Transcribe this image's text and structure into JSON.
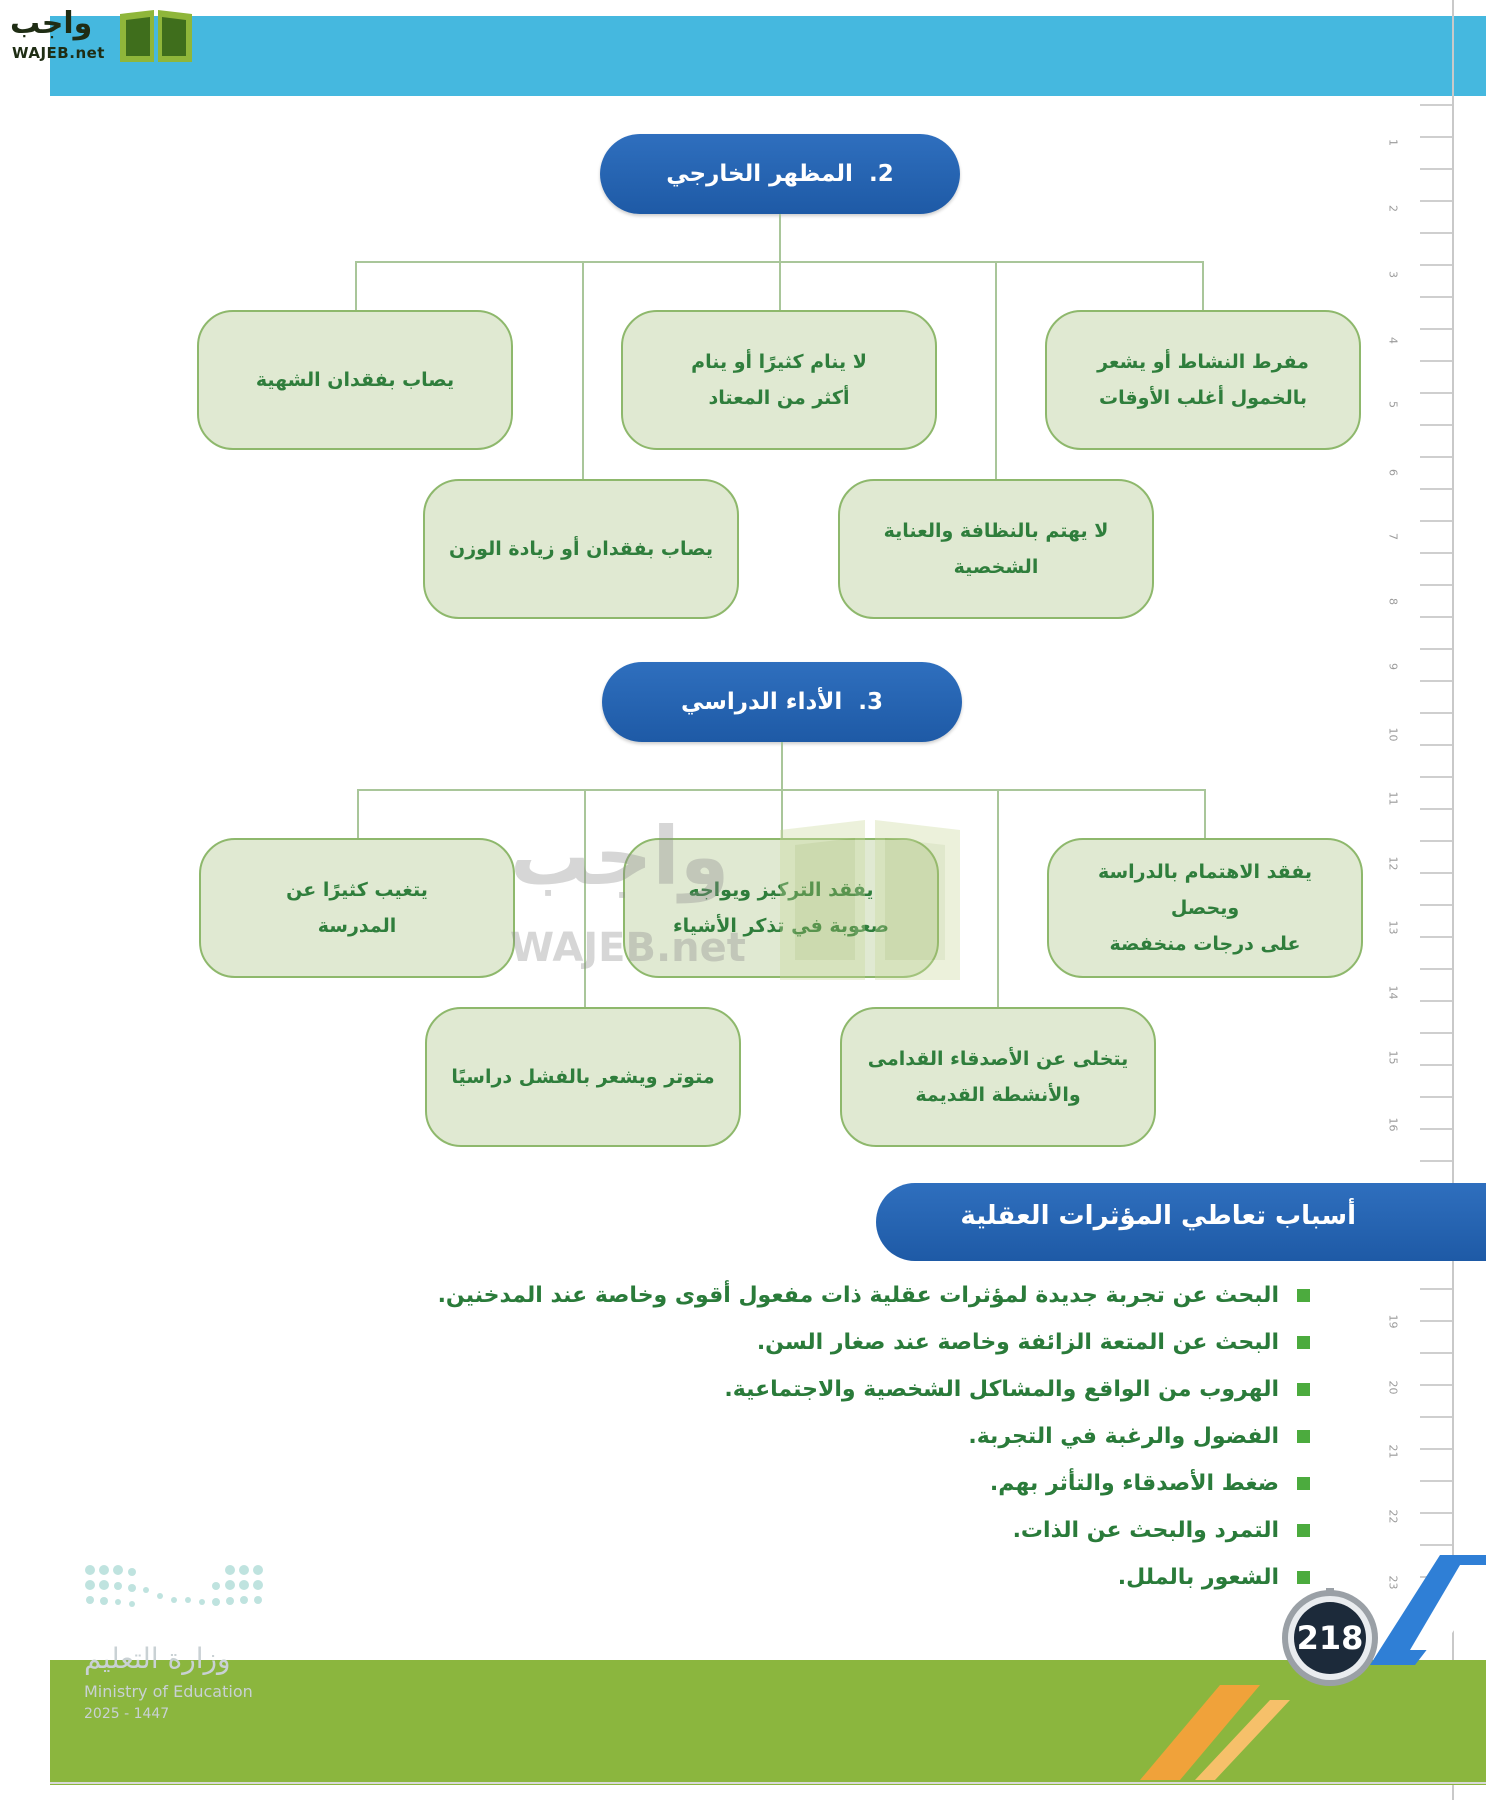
{
  "logo": {
    "arabic": "واجب",
    "latin": "WAJEB.net"
  },
  "ruler": {
    "labels": [
      "1",
      "2",
      "3",
      "4",
      "5",
      "6",
      "7",
      "8",
      "9",
      "10",
      "11",
      "12",
      "13",
      "14",
      "15",
      "16",
      "19",
      "20",
      "21",
      "22",
      "23"
    ]
  },
  "appearance": {
    "number": "2.",
    "title": "المظهر الخارجي",
    "boxes": [
      {
        "line1": "مفرط النشاط أو يشعر",
        "line2": "بالخمول أغلب الأوقات"
      },
      {
        "line1": "لا ينام كثيرًا أو ينام",
        "line2": "أكثر من المعتاد"
      },
      {
        "line1": "يصاب بفقدان الشهية",
        "line2": ""
      },
      {
        "line1": "لا يهتم بالنظافة والعناية",
        "line2": "الشخصية"
      },
      {
        "line1": "يصاب بفقدان أو زيادة الوزن",
        "line2": ""
      }
    ]
  },
  "academic": {
    "number": "3.",
    "title": "الأداء الدراسي",
    "boxes": [
      {
        "line1": "يفقد الاهتمام بالدراسة ويحصل",
        "line2": "على درجات منخفضة"
      },
      {
        "line1": "يفقد التركيز ويواجه",
        "line2": "صعوبة في تذكر الأشياء"
      },
      {
        "line1": "يتغيب كثيرًا عن",
        "line2": "المدرسة"
      },
      {
        "line1": "يتخلى عن الأصدقاء القدامى",
        "line2": "والأنشطة القديمة"
      },
      {
        "line1": "متوتر ويشعر بالفشل دراسيًا",
        "line2": ""
      }
    ]
  },
  "watermark": {
    "arabic": "واجب",
    "latin": "WAJEB.net"
  },
  "causes": {
    "title": "أسباب تعاطي المؤثرات العقلية",
    "items": [
      "البحث عن تجربة جديدة لمؤثرات عقلية ذات مفعول أقوى وخاصة عند المدخنين.",
      "البحث عن المتعة الزائفة وخاصة عند صغار السن.",
      "الهروب من الواقع والمشاكل الشخصية والاجتماعية.",
      "الفضول والرغبة في التجربة.",
      "ضغط الأصدقاء والتأثر بهم.",
      "التمرد والبحث عن الذات.",
      "الشعور بالملل."
    ]
  },
  "footer": {
    "ministry_ar": "وزارة التعليم",
    "ministry_en": "Ministry of Education",
    "year": "2025 - 1447",
    "page_number": "218"
  },
  "colors": {
    "blue_band": "#45b8df",
    "pill_blue": "#1e5aa6",
    "box_fill": "#e0e9d2",
    "box_text": "#2f7e3c",
    "footer_green": "#8bb63e"
  }
}
